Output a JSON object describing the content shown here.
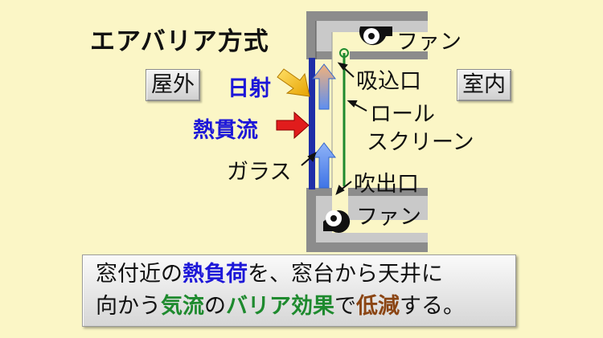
{
  "title": "エアバリア方式",
  "labels": {
    "outdoor": "屋外",
    "indoor": "室内",
    "solar": "日射",
    "heat_flow": "熱貫流",
    "glass": "ガラス",
    "fan_top": "ファン",
    "fan_bottom": "ファン",
    "intake": "吸込口",
    "roll_screen_line1": "ロール",
    "roll_screen_line2": "スクリーン",
    "outlet": "吹出口"
  },
  "summary": {
    "line1_a": "窓付近の",
    "line1_b": "熱負荷",
    "line1_c": "を、窓台から天井に",
    "line2_a": "向かう",
    "line2_b": "気流",
    "line2_c": "の",
    "line2_d": "バリア効果",
    "line2_e": "で",
    "line2_f": "低減",
    "line2_g": "する。"
  },
  "colors": {
    "background": "#FBF6C6",
    "wall": "#8C8C8C",
    "glass": "#1F2FA8",
    "screen": "#1E8A2E",
    "heat_arrow": "#E11C1C",
    "solar_arrow": "#F2B705",
    "airflow_arrow": "#4F86E8",
    "text_blue": "#1D17D8",
    "text_green": "#1E8A2E",
    "text_brown": "#8B4513"
  }
}
